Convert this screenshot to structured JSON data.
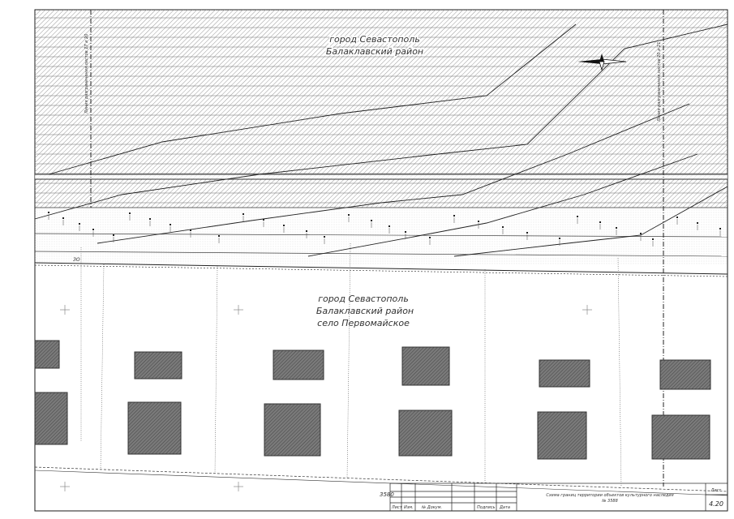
{
  "labels": {
    "sevastopol_top_city": "город Севастополь",
    "sevastopol_top_district": "Балаклавский район",
    "village_city": "город Севастополь",
    "village_district": "Балаклавский район",
    "village_name": "село Первомайское",
    "boundary_left": "Линия разграничения листов 17 и 20",
    "boundary_right": "Линия разграничения листов 20 и 21",
    "zone_mark": "ЗО"
  },
  "title_block": {
    "headers": [
      "Лист",
      "Изм.",
      "№ Докум.",
      "Подпись",
      "Дата"
    ],
    "title": "Схема границ территории объектов культурного наследия",
    "subtitle": "№ 3588",
    "sheet_label": "Лист",
    "sheet_number": "4.20",
    "stamp_left": "3580"
  },
  "colors": {
    "line": "#1a1a1a",
    "hatch": "#8a8a8a",
    "building_fill": "#6b6b6b",
    "dotted": "#555555"
  },
  "north_arrow": "north-arrow-icon"
}
